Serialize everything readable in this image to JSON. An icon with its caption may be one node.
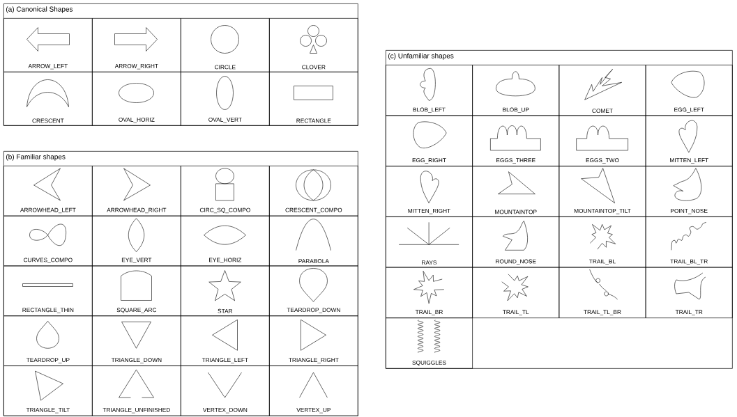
{
  "diagram": {
    "nodes": [
      {
        "text": [
          "(a) Canonical Shapes"
        ]
      },
      {
        "text": [
          "ARROW_LEFT"
        ],
        "in": 0
      },
      {
        "text": [
          "ARROW_RIGHT"
        ],
        "in": 0
      },
      {
        "text": [
          "CIRCLE"
        ],
        "in": 0
      },
      {
        "text": [
          "CLOVER"
        ],
        "in": 0
      },
      {
        "text": [
          "CRESCENT"
        ],
        "in": 0
      },
      {
        "text": [
          "OVAL_HORIZ"
        ],
        "in": 0
      },
      {
        "text": [
          "OVAL_VERT"
        ],
        "in": 0
      },
      {
        "text": [
          "RECTANGLE"
        ],
        "in": 0
      },
      {
        "text": [
          "(b) Familiar shapes"
        ]
      },
      {
        "text": [
          "ARROWHEAD_LEFT"
        ],
        "in": 9
      },
      {
        "text": [
          "ARROWHEAD_RIGHT"
        ],
        "in": 9
      },
      {
        "text": [
          "CIRC_SQ_COMPO"
        ],
        "in": 9
      },
      {
        "text": [
          "CRESCENT_COMPO"
        ],
        "in": 9
      },
      {
        "text": [
          "CURVES_COMPO"
        ],
        "in": 9
      },
      {
        "text": [
          "EYE_VERT"
        ],
        "in": 9
      },
      {
        "text": [
          "EYE_HORIZ"
        ],
        "in": 9
      },
      {
        "text": [
          "PARABOLA"
        ],
        "in": 9
      },
      {
        "text": [
          "RECTANGLE_THIN"
        ],
        "in": 9
      },
      {
        "text": [
          "SQUARE_ARC"
        ],
        "in": 9
      },
      {
        "text": [
          "STAR"
        ],
        "in": 9
      },
      {
        "text": [
          "TEARDROP_DOWN"
        ],
        "in": 9
      },
      {
        "text": [
          "TEARDROP_UP"
        ],
        "in": 9
      },
      {
        "text": [
          "TRIANGLE_DOWN"
        ],
        "in": 9
      },
      {
        "text": [
          "TRIANGLE_LEFT"
        ],
        "in": 9
      },
      {
        "text": [
          "TRIANGLE_RIGHT"
        ],
        "in": 9
      },
      {
        "text": [
          "TRIANGLE_TILT"
        ],
        "in": 9
      },
      {
        "text": [
          "TRIANGLE_UNFINISHED"
        ],
        "in": 9
      },
      {
        "text": [
          "VERTEX_DOWN"
        ],
        "in": 9
      },
      {
        "text": [
          "VERTEX_UP"
        ],
        "in": 9
      },
      {
        "text": [
          "(c) Unfamiliar shapes"
        ]
      },
      {
        "text": [
          "BLOB_LEFT"
        ],
        "in": 30
      },
      {
        "text": [
          "BLOB_UP"
        ],
        "in": 30
      },
      {
        "text": [
          "COMET"
        ],
        "in": 30
      },
      {
        "text": [
          "EGG_LEFT"
        ],
        "in": 30
      },
      {
        "text": [
          "EGG_RIGHT"
        ],
        "in": 30
      },
      {
        "text": [
          "EGGS_THREE"
        ],
        "in": 30
      },
      {
        "text": [
          "EGGS_TWO"
        ],
        "in": 30
      },
      {
        "text": [
          "MITTEN_LEFT"
        ],
        "in": 30
      },
      {
        "text": [
          "MITTEN_RIGHT"
        ],
        "in": 30
      },
      {
        "text": [
          "MOUNTAINTOP"
        ],
        "in": 30
      },
      {
        "text": [
          "MOUNTAINTOP_TILT"
        ],
        "in": 30
      },
      {
        "text": [
          "POINT_NOSE"
        ],
        "in": 30
      },
      {
        "text": [
          "RAYS"
        ],
        "in": 30
      },
      {
        "text": [
          "ROUND_NOSE"
        ],
        "in": 30
      },
      {
        "text": [
          "TRAIL_BL"
        ],
        "in": 30
      },
      {
        "text": [
          "TRAIL_BL_TR"
        ],
        "in": 30
      },
      {
        "text": [
          "TRAIL_BR"
        ],
        "in": 30
      },
      {
        "text": [
          "TRAIL_TL"
        ],
        "in": 30
      },
      {
        "text": [
          "TRAIL_TL_BR"
        ],
        "in": 30
      },
      {
        "text": [
          "TRAIL_TR"
        ],
        "in": 30
      },
      {
        "text": [
          "SQUIGGLES"
        ],
        "in": 30
      }
    ]
  }
}
